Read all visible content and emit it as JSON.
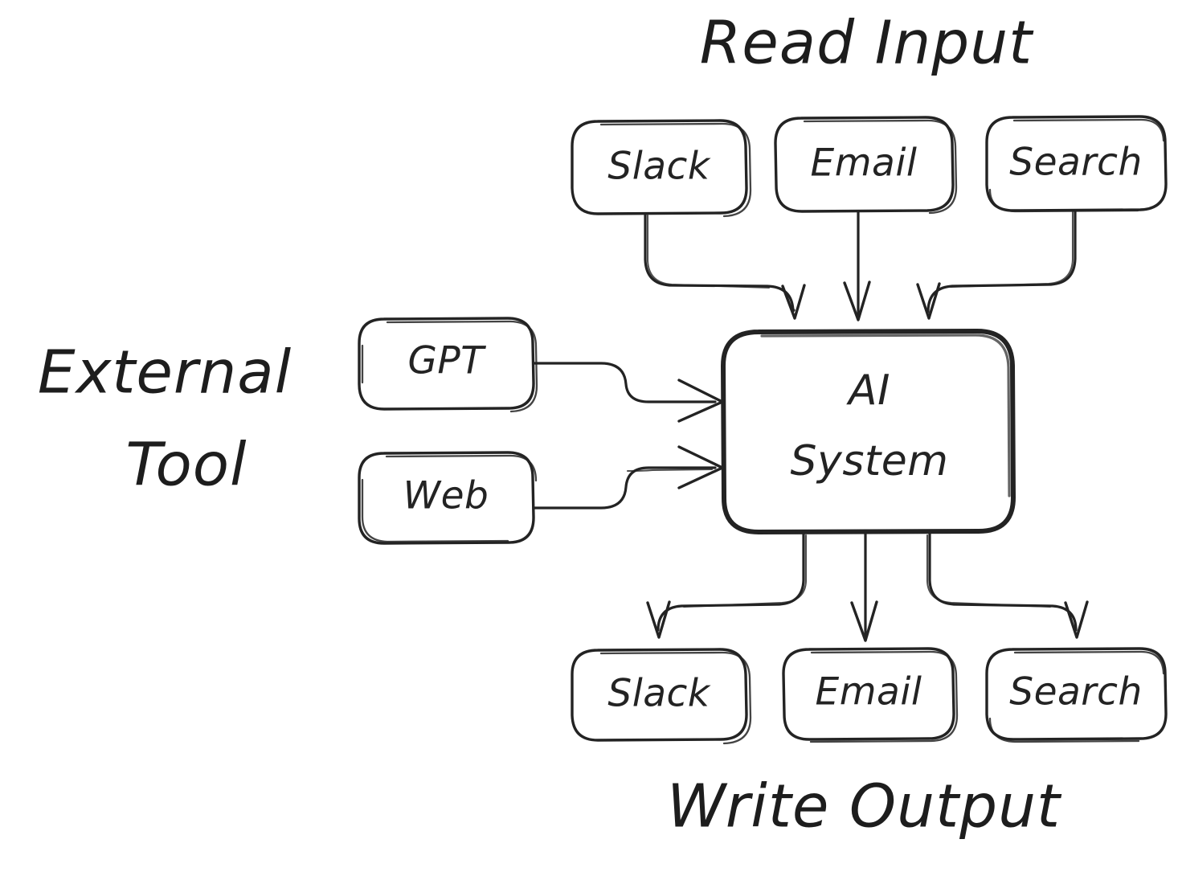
{
  "diagram": {
    "title_read": "Read Input",
    "title_write": "Write Output",
    "title_external_line1": "External",
    "title_external_line2": "Tool",
    "center_line1": "AI",
    "center_line2": "System",
    "colors": {
      "stroke": "#232323",
      "background": "#ffffff",
      "label": "#1d1d1d"
    },
    "inputs": [
      {
        "label": "Slack"
      },
      {
        "label": "Email"
      },
      {
        "label": "Search"
      }
    ],
    "tools": [
      {
        "label": "GPT"
      },
      {
        "label": "Web"
      }
    ],
    "outputs": [
      {
        "label": "Slack"
      },
      {
        "label": "Email"
      },
      {
        "label": "Search"
      }
    ]
  }
}
